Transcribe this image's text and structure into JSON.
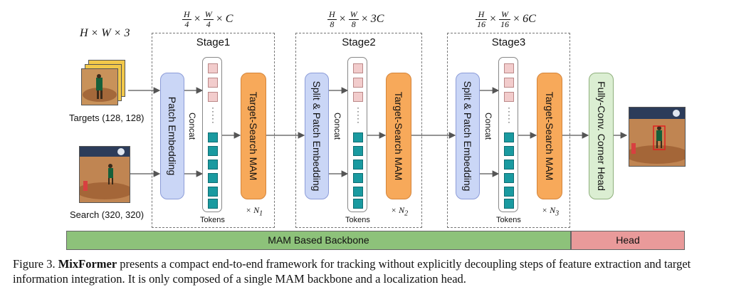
{
  "input_dim": "H × W × 3",
  "stages": [
    {
      "title": "Stage1",
      "dim_num_h": "H",
      "dim_den_h": "4",
      "dim_num_w": "W",
      "dim_den_w": "4",
      "dim_c": "C",
      "embed_label": "Patch Embedding",
      "mam_label": "Target-Search MAM",
      "n_label": "× N",
      "n_sub": "1"
    },
    {
      "title": "Stage2",
      "dim_num_h": "H",
      "dim_den_h": "8",
      "dim_num_w": "W",
      "dim_den_w": "8",
      "dim_c": "3C",
      "embed_label": "Split & Patch Embedding",
      "mam_label": "Target-Search MAM",
      "n_label": "× N",
      "n_sub": "2"
    },
    {
      "title": "Stage3",
      "dim_num_h": "H",
      "dim_den_h": "16",
      "dim_num_w": "W",
      "dim_den_w": "16",
      "dim_c": "6C",
      "embed_label": "Split & Patch Embedding",
      "mam_label": "Target-Search MAM",
      "n_label": "× N",
      "n_sub": "3"
    }
  ],
  "concat_label": "Concat",
  "tokens_label": "Tokens",
  "targets_label": "Targets (128, 128)",
  "search_label": "Search (320, 320)",
  "head_block_label": "Fully-Conv. Corner Head",
  "backbone_bar": {
    "label": "MAM Based Backbone",
    "color": "#8dc27a"
  },
  "head_bar": {
    "label": "Head",
    "color": "#e99a9a"
  },
  "caption": {
    "prefix": "Figure 3. ",
    "bold": "MixFormer",
    "rest": " presents a compact end-to-end framework for tracking without explicitly decoupling steps of feature extraction and target information integration. It is only composed of a single MAM backbone and a localization head."
  },
  "colors": {
    "embed": "#cad6f6",
    "mam": "#f7a95a",
    "head": "#dbeed2",
    "token_teal": "#1a9aa0",
    "token_pink": "#f2cccc"
  }
}
